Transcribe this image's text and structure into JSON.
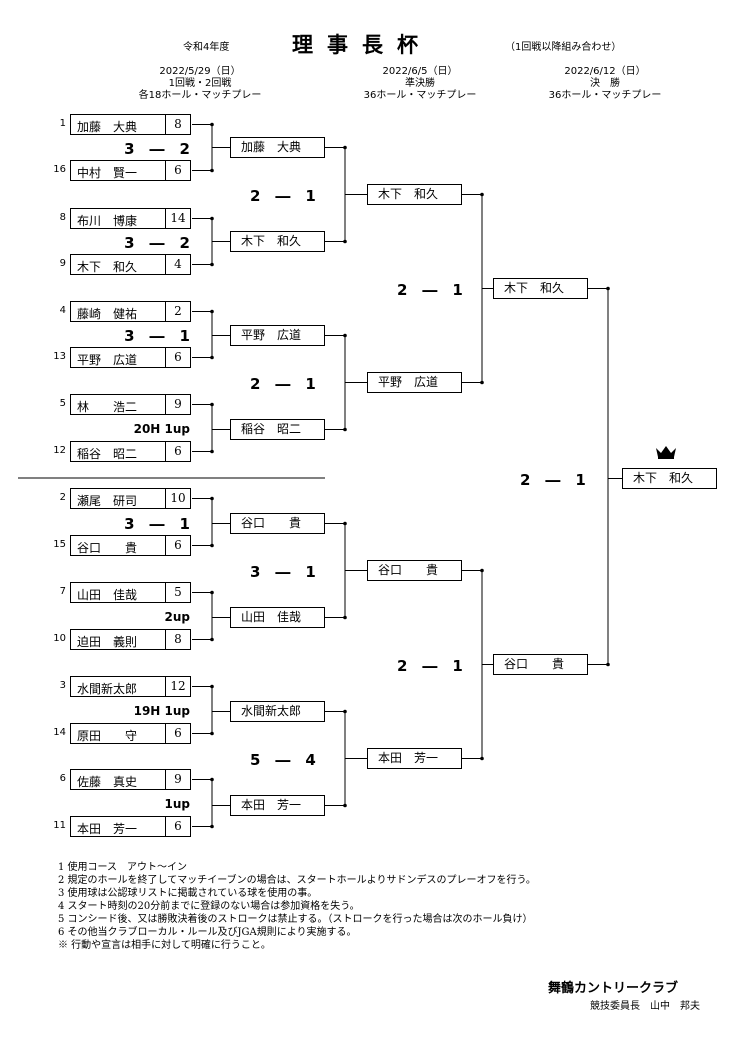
{
  "header": {
    "year": "令和4年度",
    "title": "理事長杯",
    "subtitle": "（1回戦以降組み合わせ）",
    "rounds": [
      {
        "date": "2022/5/29（日）",
        "name": "1回戦・2回戦",
        "format": "各18ホール・マッチプレー"
      },
      {
        "date": "2022/6/5（日）",
        "name": "準決勝",
        "format": "36ホール・マッチプレー"
      },
      {
        "date": "2022/6/12（日）",
        "name": "決　勝",
        "format": "36ホール・マッチプレー"
      }
    ]
  },
  "first_round": [
    {
      "seed": "1",
      "name": "加藤　大典",
      "score": "8"
    },
    {
      "seed": "16",
      "name": "中村　賢一",
      "score": "6"
    },
    {
      "seed": "8",
      "name": "布川　博康",
      "score": "14"
    },
    {
      "seed": "9",
      "name": "木下　和久",
      "score": "4"
    },
    {
      "seed": "4",
      "name": "藤崎　健祐",
      "score": "2"
    },
    {
      "seed": "13",
      "name": "平野　広道",
      "score": "6"
    },
    {
      "seed": "5",
      "name": "林　　浩二",
      "score": "9"
    },
    {
      "seed": "12",
      "name": "稲谷　昭二",
      "score": "6"
    },
    {
      "seed": "2",
      "name": "瀬尾　研司",
      "score": "10"
    },
    {
      "seed": "15",
      "name": "谷口　　貴",
      "score": "6"
    },
    {
      "seed": "7",
      "name": "山田　佳哉",
      "score": "5"
    },
    {
      "seed": "10",
      "name": "迫田　義則",
      "score": "8"
    },
    {
      "seed": "3",
      "name": "水間新太郎",
      "score": "12"
    },
    {
      "seed": "14",
      "name": "原田　　守",
      "score": "6"
    },
    {
      "seed": "6",
      "name": "佐藤　真史",
      "score": "9"
    },
    {
      "seed": "11",
      "name": "本田　芳一",
      "score": "6"
    }
  ],
  "first_round_results": [
    "3　―　2",
    "3　―　2",
    "3　―　1",
    "20H 1up",
    "3　―　1",
    "2up",
    "19H 1up",
    "1up"
  ],
  "second_round_winners": [
    "加藤　大典",
    "木下　和久",
    "平野　広道",
    "稲谷　昭二",
    "谷口　　貴",
    "山田　佳哉",
    "水間新太郎",
    "本田　芳一"
  ],
  "second_round_results": [
    "2　―　1",
    "2　―　1",
    "3　―　1",
    "5　―　4"
  ],
  "semifinalists": [
    "木下　和久",
    "平野　広道",
    "谷口　　貴",
    "本田　芳一"
  ],
  "semifinal_results": [
    "2　―　1",
    "2　―　1"
  ],
  "finalists": [
    "木下　和久",
    "谷口　　貴"
  ],
  "final_result": "2　―　1",
  "champion": "木下　和久",
  "crown_icon": "crown-icon",
  "notes": [
    "1 使用コース　アウト～イン",
    "2 規定のホールを終了してマッチイーブンの場合は、スタートホールよりサドンデスのプレーオフを行う。",
    "3 使用球は公認球リストに掲載されている球を使用の事。",
    "4 スタート時刻の20分前までに登録のない場合は参加資格を失う。",
    "5 コンシード後、又は勝敗決着後のストロークは禁止する。（ストロークを行った場合は次のホール負け）",
    "6 その他当クラブローカル・ルール及びJGA規則により実施する。",
    "※ 行動や宣言は相手に対して明確に行うこと。"
  ],
  "footer": {
    "club": "舞鶴カントリークラブ",
    "official": "競技委員長　山中　邦夫"
  }
}
